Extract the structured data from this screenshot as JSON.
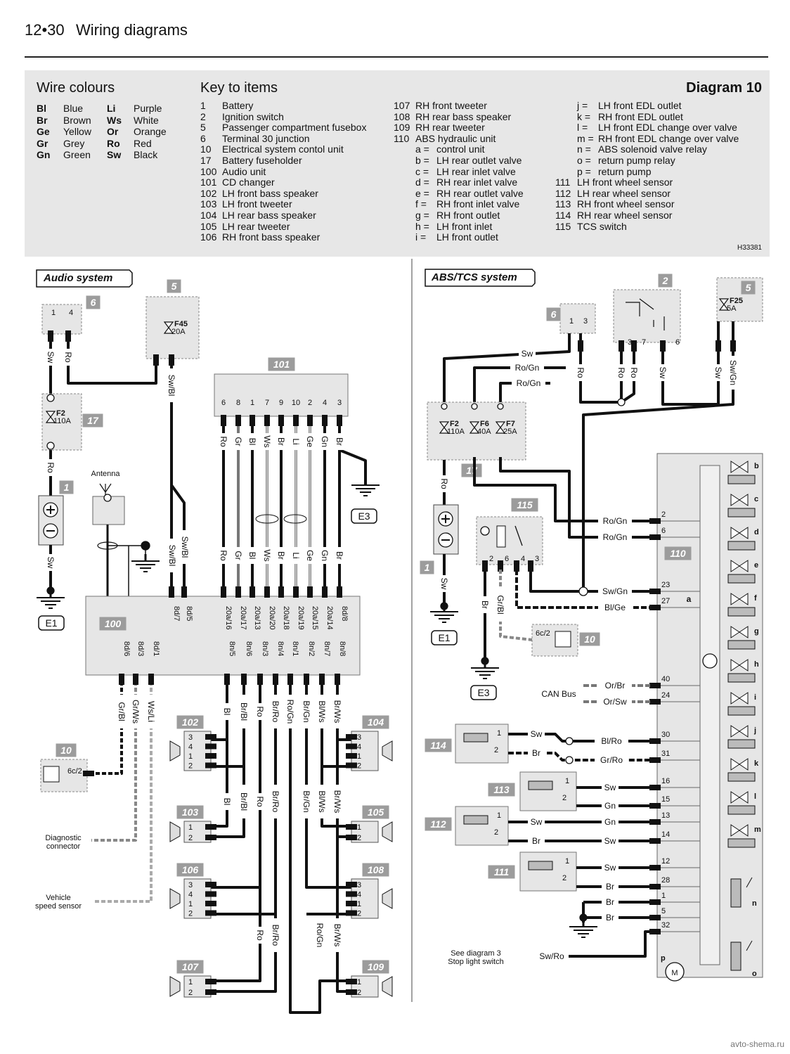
{
  "header": {
    "page": "12•30",
    "title": "Wiring diagrams"
  },
  "wire_colours": {
    "title": "Wire colours",
    "left": [
      {
        "code": "Bl",
        "name": "Blue"
      },
      {
        "code": "Br",
        "name": "Brown"
      },
      {
        "code": "Ge",
        "name": "Yellow"
      },
      {
        "code": "Gr",
        "name": "Grey"
      },
      {
        "code": "Gn",
        "name": "Green"
      }
    ],
    "right": [
      {
        "code": "Li",
        "name": "Purple"
      },
      {
        "code": "Ws",
        "name": "White"
      },
      {
        "code": "Or",
        "name": "Orange"
      },
      {
        "code": "Ro",
        "name": "Red"
      },
      {
        "code": "Sw",
        "name": "Black"
      }
    ]
  },
  "key": {
    "title": "Key to items",
    "diagram": "Diagram 10",
    "ref": "H33381",
    "col1": [
      {
        "n": "1",
        "t": "Battery"
      },
      {
        "n": "2",
        "t": "Ignition switch"
      },
      {
        "n": "5",
        "t": "Passenger compartment fusebox"
      },
      {
        "n": "6",
        "t": "Terminal 30 junction"
      },
      {
        "n": "10",
        "t": "Electrical system contol unit"
      },
      {
        "n": "17",
        "t": "Battery fuseholder"
      },
      {
        "n": "100",
        "t": "Audio unit"
      },
      {
        "n": "101",
        "t": "CD changer"
      },
      {
        "n": "102",
        "t": "LH front bass speaker"
      },
      {
        "n": "103",
        "t": "LH front tweeter"
      },
      {
        "n": "104",
        "t": "LH rear bass speaker"
      },
      {
        "n": "105",
        "t": "LH rear tweeter"
      },
      {
        "n": "106",
        "t": "RH front bass speaker"
      }
    ],
    "col2": [
      {
        "n": "107",
        "t": "RH front tweeter"
      },
      {
        "n": "108",
        "t": "RH rear bass speaker"
      },
      {
        "n": "109",
        "t": "RH rear tweeter"
      },
      {
        "n": "110",
        "t": "ABS hydraulic unit"
      },
      {
        "n": "a =",
        "t": "control unit",
        "sub": true
      },
      {
        "n": "b =",
        "t": "LH rear outlet valve",
        "sub": true
      },
      {
        "n": "c =",
        "t": "LH rear inlet valve",
        "sub": true
      },
      {
        "n": "d =",
        "t": "RH rear inlet valve",
        "sub": true
      },
      {
        "n": "e =",
        "t": "RH rear outlet valve",
        "sub": true
      },
      {
        "n": "f =",
        "t": "RH front inlet valve",
        "sub": true
      },
      {
        "n": "g =",
        "t": "RH front outlet",
        "sub": true
      },
      {
        "n": "h =",
        "t": "LH front inlet",
        "sub": true
      },
      {
        "n": "i =",
        "t": "LH front outlet",
        "sub": true
      }
    ],
    "col3": [
      {
        "n": "j =",
        "t": "LH front EDL outlet",
        "sub": true
      },
      {
        "n": "k =",
        "t": "RH front EDL outlet",
        "sub": true
      },
      {
        "n": "l =",
        "t": "LH front EDL change over valve",
        "sub": true
      },
      {
        "n": "m =",
        "t": "RH front EDL change over valve",
        "sub": true
      },
      {
        "n": "n =",
        "t": "ABS solenoid valve relay",
        "sub": true
      },
      {
        "n": "o =",
        "t": "return pump relay",
        "sub": true
      },
      {
        "n": "p =",
        "t": "return pump",
        "sub": true
      },
      {
        "n": "111",
        "t": "LH front wheel sensor"
      },
      {
        "n": "112",
        "t": "LH rear wheel sensor"
      },
      {
        "n": "113",
        "t": "RH front wheel sensor"
      },
      {
        "n": "114",
        "t": "RH rear wheel sensor"
      },
      {
        "n": "115",
        "t": "TCS switch"
      }
    ]
  },
  "audio": {
    "title": "Audio system",
    "tags": {
      "t6": "6",
      "t5": "5",
      "t17": "17",
      "t1": "1",
      "t101": "101",
      "t100": "100",
      "t10": "10",
      "t102": "102",
      "t103": "103",
      "t104": "104",
      "t105": "105",
      "t106": "106",
      "t107": "107",
      "t108": "108",
      "t109": "109"
    },
    "j6_pins": [
      "1",
      "4"
    ],
    "f45": "F45",
    "f45_rating": "20A",
    "f2": "F2",
    "f2_rating": "110A",
    "w_sw": "Sw",
    "w_ro": "Ro",
    "w_ro2": "Ro",
    "w_sw2": "Sw",
    "w_swbl": "Sw/Bl",
    "w_swbl2": "Sw/Bl",
    "w_swbl3": "Sw/Bl",
    "antenna": "Antenna",
    "e1": "E1",
    "e3": "E3",
    "cd_pins": [
      "6",
      "8",
      "1",
      "7",
      "9",
      "10",
      "2",
      "4",
      "3"
    ],
    "cd_wires": [
      "Ro",
      "Gr",
      "Bl",
      "Ws",
      "Br",
      "Li",
      "Ge",
      "Gn",
      "Br"
    ],
    "unit_top_pins": [
      "20a/16",
      "20a/17",
      "20a/13",
      "20a/20",
      "20a/18",
      "20a/19",
      "20a/15",
      "20a/14",
      "8d/8"
    ],
    "unit_left_pins": [
      "8d/7",
      "8d/5"
    ],
    "unit_bottom_pins": [
      "8d/6",
      "8d/3",
      "8d/1",
      "8n/5",
      "8n/6",
      "8n/3",
      "8n/4",
      "8n/1",
      "8n/2",
      "8n/7",
      "8n/8"
    ],
    "bottom_wires": [
      "Gr/Bl",
      "Gr/Ws",
      "Ws/Li",
      "Bl",
      "Br/Bl",
      "Ro",
      "Br/Ro",
      "Ro/Gn",
      "Br/Gn",
      "Bl/Ws",
      "Br/Ws"
    ],
    "mid_wires": [
      "Bl",
      "Br/Bl",
      "Ro",
      "Br/Ro",
      "Br/Gn",
      "Bl/Ws",
      "Br/Ws"
    ],
    "low_wires": [
      "Ro",
      "Br/Ro",
      "Ro/Gn",
      "Br/Ws"
    ],
    "ecu_pin": "6c/2",
    "diag_connector": [
      "Diagnostic",
      "connector"
    ],
    "vss": [
      "Vehicle",
      "speed sensor"
    ],
    "spk4_pins": [
      "3",
      "4",
      "1",
      "2"
    ],
    "spk2_pins": [
      "1",
      "2"
    ]
  },
  "abs": {
    "title": "ABS/TCS system",
    "tags": {
      "t6": "6",
      "t2": "2",
      "t5": "5",
      "t17": "17",
      "t1": "1",
      "t115": "115",
      "t10": "10",
      "t110": "110",
      "t114": "114",
      "t113": "113",
      "t112": "112",
      "t111": "111"
    },
    "j6_pins": [
      "1",
      "3"
    ],
    "ign_pins": [
      "3",
      "7",
      "6"
    ],
    "f25": "F25",
    "f25_rating": "5A",
    "fuses": [
      {
        "id": "F2",
        "rating": "110A"
      },
      {
        "id": "F6",
        "rating": "40A"
      },
      {
        "id": "F7",
        "rating": "25A"
      }
    ],
    "w_sw": "Sw",
    "w_rogn1": "Ro/Gn",
    "w_rogn2": "Ro/Gn",
    "top_vertical": [
      "Ro",
      "Ro",
      "Ro",
      "Sw",
      "Sw",
      "Sw/Gn"
    ],
    "w_ro": "Ro",
    "w_sw_batt": "Sw",
    "e1": "E1",
    "e3": "E3",
    "w_br": "Br",
    "w_grbl": "Gr/Bl",
    "tcs_pins": [
      "2",
      "6",
      "4",
      "3"
    ],
    "ecu_pin": "6c/2",
    "unit_pins": [
      {
        "pin": "2",
        "wire": "Ro/Gn"
      },
      {
        "pin": "6",
        "wire": "Ro/Gn"
      },
      {
        "pin": "23",
        "wire": "Sw/Gn"
      },
      {
        "pin": "27",
        "wire": "Bl/Ge"
      },
      {
        "pin": "40",
        "wire": "Or/Br"
      },
      {
        "pin": "24",
        "wire": "Or/Sw"
      },
      {
        "pin": "30",
        "wire": "Bl/Ro"
      },
      {
        "pin": "31",
        "wire": "Gr/Ro"
      },
      {
        "pin": "16",
        "wire": "Sw"
      },
      {
        "pin": "15",
        "wire": "Gn"
      },
      {
        "pin": "13",
        "wire": "Gn"
      },
      {
        "pin": "14",
        "wire": "Sw"
      },
      {
        "pin": "12",
        "wire": "Sw"
      },
      {
        "pin": "28",
        "wire": "Br"
      },
      {
        "pin": "1",
        "wire": "Br"
      },
      {
        "pin": "5",
        "wire": "Br"
      },
      {
        "pin": "32",
        "wire": "Sw/Ro"
      }
    ],
    "sensor_pins": [
      "1",
      "2"
    ],
    "w_114": [
      "Sw",
      "Br"
    ],
    "w_112": [
      "Sw",
      "Br"
    ],
    "valves": [
      "b",
      "c",
      "d",
      "e",
      "f",
      "g",
      "h",
      "i",
      "j",
      "k",
      "l",
      "m"
    ],
    "relay_n": "n",
    "relay_o": "o",
    "pump_p": "p",
    "pump_m": "M",
    "unit_a": "a",
    "can_bus": "CAN Bus",
    "see": [
      "See diagram 3",
      "Stop light switch"
    ]
  },
  "watermark": "avto-shema.ru"
}
